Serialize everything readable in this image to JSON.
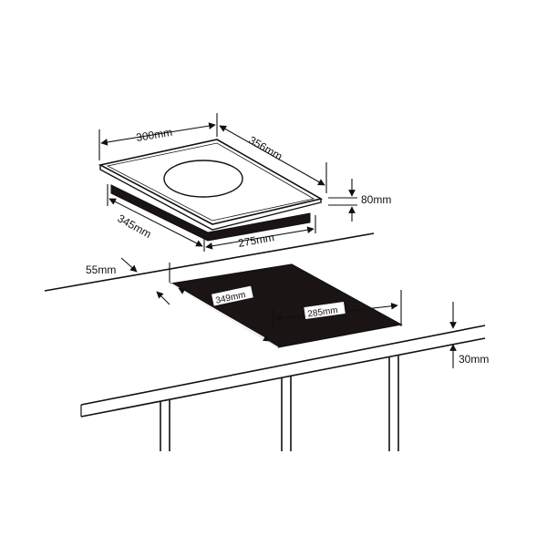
{
  "diagram": {
    "hob": {
      "width_label": "300mm",
      "depth_label": "356mm",
      "height_label": "80mm",
      "base_depth_label": "345mm",
      "base_width_label": "275mm"
    },
    "countertop": {
      "edge_offset_label": "55mm",
      "thickness_label": "30mm",
      "cutout_depth_label": "349mm",
      "cutout_width_label": "285mm"
    }
  },
  "colors": {
    "line": "#111111",
    "cutout_fill": "#1a1414",
    "background": "#ffffff"
  }
}
